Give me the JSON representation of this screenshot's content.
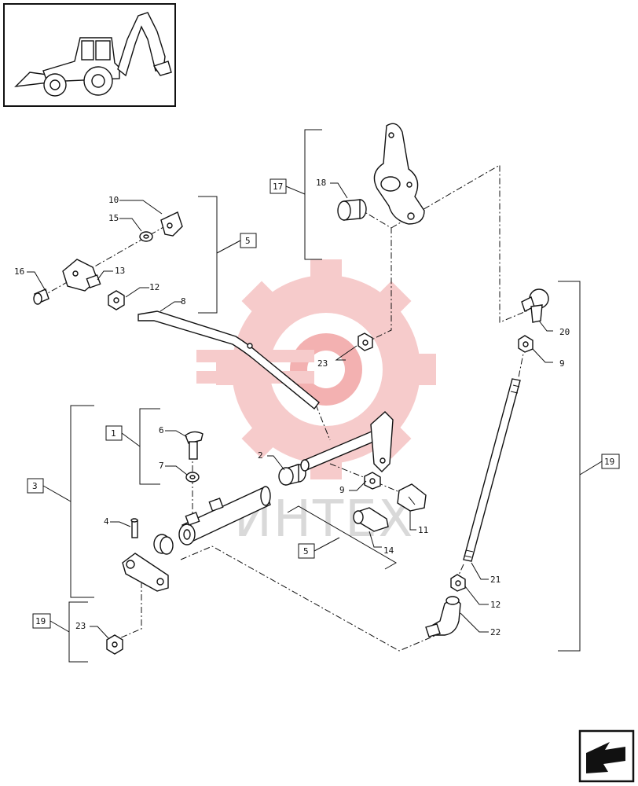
{
  "watermark": {
    "text": "ИНТЕХ",
    "logo": "gear-logo-icon",
    "color": "#f2b3b3"
  },
  "thumbnail": {
    "icon": "backhoe-loader-icon"
  },
  "nav": {
    "icon": "next-page-arrow-icon"
  },
  "callouts": {
    "c1": "1",
    "c2": "2",
    "c3": "3",
    "c4": "4",
    "c5a": "5",
    "c5b": "5",
    "c6": "6",
    "c7": "7",
    "c8": "8",
    "c9a": "9",
    "c9b": "9",
    "c10": "10",
    "c11": "11",
    "c12a": "12",
    "c12b": "12",
    "c13": "13",
    "c14": "14",
    "c15": "15",
    "c16": "16",
    "c17": "17",
    "c18": "18",
    "c19a": "19",
    "c19b": "19",
    "c20": "20",
    "c21": "21",
    "c22": "22",
    "c23a": "23",
    "c23b": "23"
  }
}
